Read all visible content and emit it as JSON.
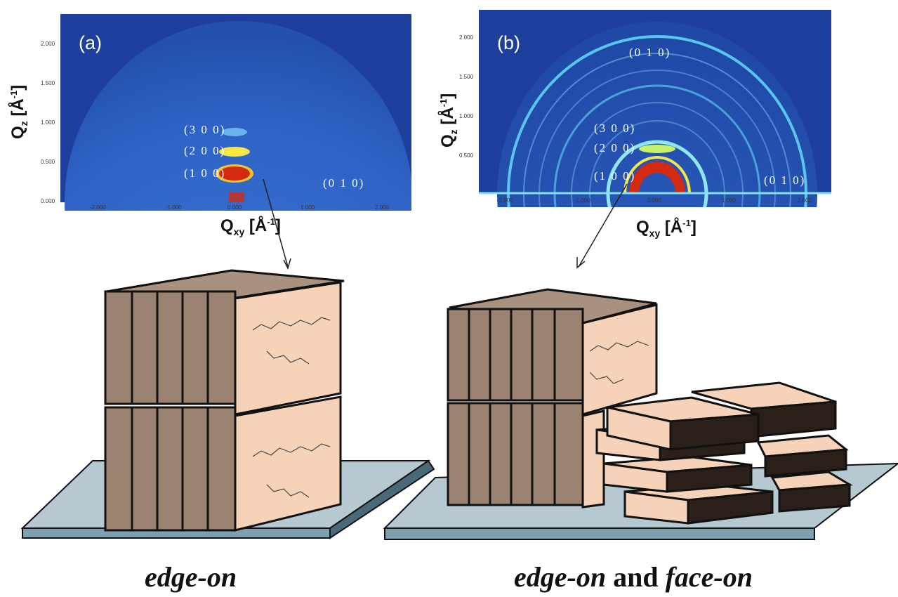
{
  "panel_a": {
    "tag": "(a)",
    "y_ticks": [
      "2.000",
      "1.500",
      "1.000",
      "0.500",
      "0.000"
    ],
    "x_ticks": [
      "-2.000",
      "-1.000",
      "0.000",
      "1.000",
      "2.000"
    ],
    "reflections": [
      "(3 0 0)",
      "(2 0 0)",
      "(1 0 0)",
      "(0 1 0)"
    ],
    "ylabel_main": "Q",
    "ylabel_sub": "z",
    "ylabel_unit": " [Å",
    "ylabel_sup": "-1",
    "ylabel_end": "]",
    "xlabel_main": "Q",
    "xlabel_sub": "xy",
    "xlabel_unit": " [Å",
    "xlabel_sup": "-1",
    "xlabel_end": "]"
  },
  "panel_b": {
    "tag": "(b)",
    "y_ticks": [
      "2.000",
      "1.500",
      "1.000",
      "0.500"
    ],
    "x_ticks": [
      "-2.000",
      "-1.000",
      "0.000",
      "1.000",
      "2.000"
    ],
    "reflections": [
      "(0 1 0)",
      "(3 0 0)",
      "(2 0 0)",
      "(1 0 0)",
      "(0 1 0)"
    ],
    "ylabel_main": "Q",
    "ylabel_sub": "z",
    "ylabel_unit": " [Å",
    "ylabel_sup": "-1",
    "ylabel_end": "]",
    "xlabel_main": "Q",
    "xlabel_sub": "xy",
    "xlabel_unit": " [Å",
    "xlabel_sup": "-1",
    "xlabel_end": "]"
  },
  "captions": {
    "left": "edge-on",
    "right_a": "edge-on",
    "right_and": " and ",
    "right_b": "face-on"
  },
  "colors": {
    "pattern_bg": "#1e3f9e",
    "ring": "#58c6ee",
    "hot": "#d42a12",
    "block_side": "#9c8270",
    "block_face": "#f6d3b8",
    "block_dark": "#2b1f19",
    "substrate": "#b7c9d0"
  }
}
